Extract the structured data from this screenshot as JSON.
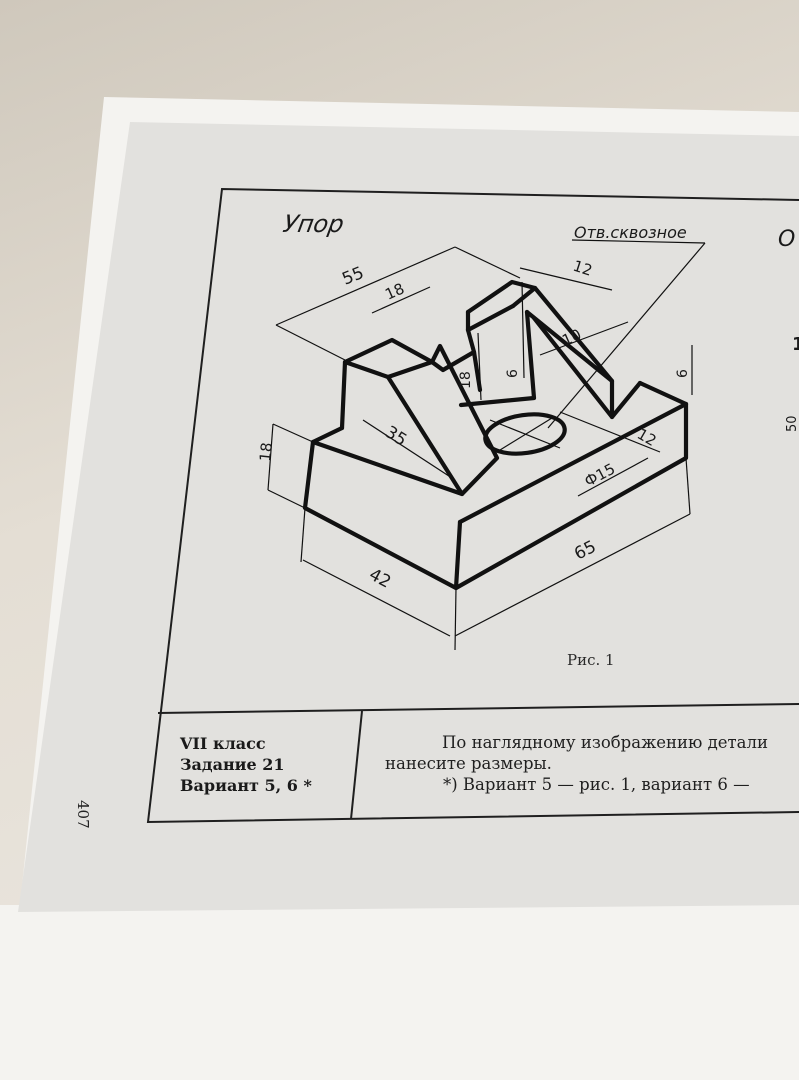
{
  "drawing": {
    "title": "Упор",
    "note": "Отв.сквозное",
    "edge_letter": "О",
    "edge_digit": "1",
    "edge_num": "50",
    "caption": "Рис. 1",
    "dimensions": {
      "d55": "55",
      "d18_top": "18",
      "d12_top": "12",
      "d10": "10",
      "d6_slot": "6",
      "d18_slot": "18",
      "d6_right": "6",
      "d35": "35",
      "d18_left": "18",
      "d12_hole": "12",
      "dia15": "Ф15",
      "d42": "42",
      "d65": "65"
    }
  },
  "info": {
    "grade": "VII класс",
    "task": "Задание 21",
    "variant": "Вариант 5, 6 *"
  },
  "instructions": {
    "line1": "По наглядному изображению детали",
    "line2": "нанесите размеры.",
    "line3": "*)  Вариант 5 — рис. 1, вариант 6 —"
  },
  "page_number": "407"
}
